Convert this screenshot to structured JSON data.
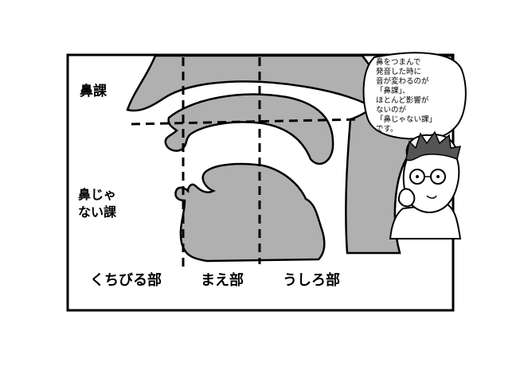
{
  "labels": {
    "nasal": "鼻課",
    "non_nasal_line1": "鼻じゃ",
    "non_nasal_line2": "ない課",
    "lips": "くちびる部",
    "front": "まえ部",
    "back": "うしろ部"
  },
  "speech": {
    "lines": [
      "鼻をつまんで",
      "発音した時に",
      "音が変わるのが",
      "「鼻課」、",
      "ほとんど影響が",
      "ないのが",
      "「鼻じゃない課」",
      "です。"
    ]
  },
  "colors": {
    "fill_gray": "#b0b0b0",
    "ink": "#000000",
    "paper": "#ffffff"
  }
}
